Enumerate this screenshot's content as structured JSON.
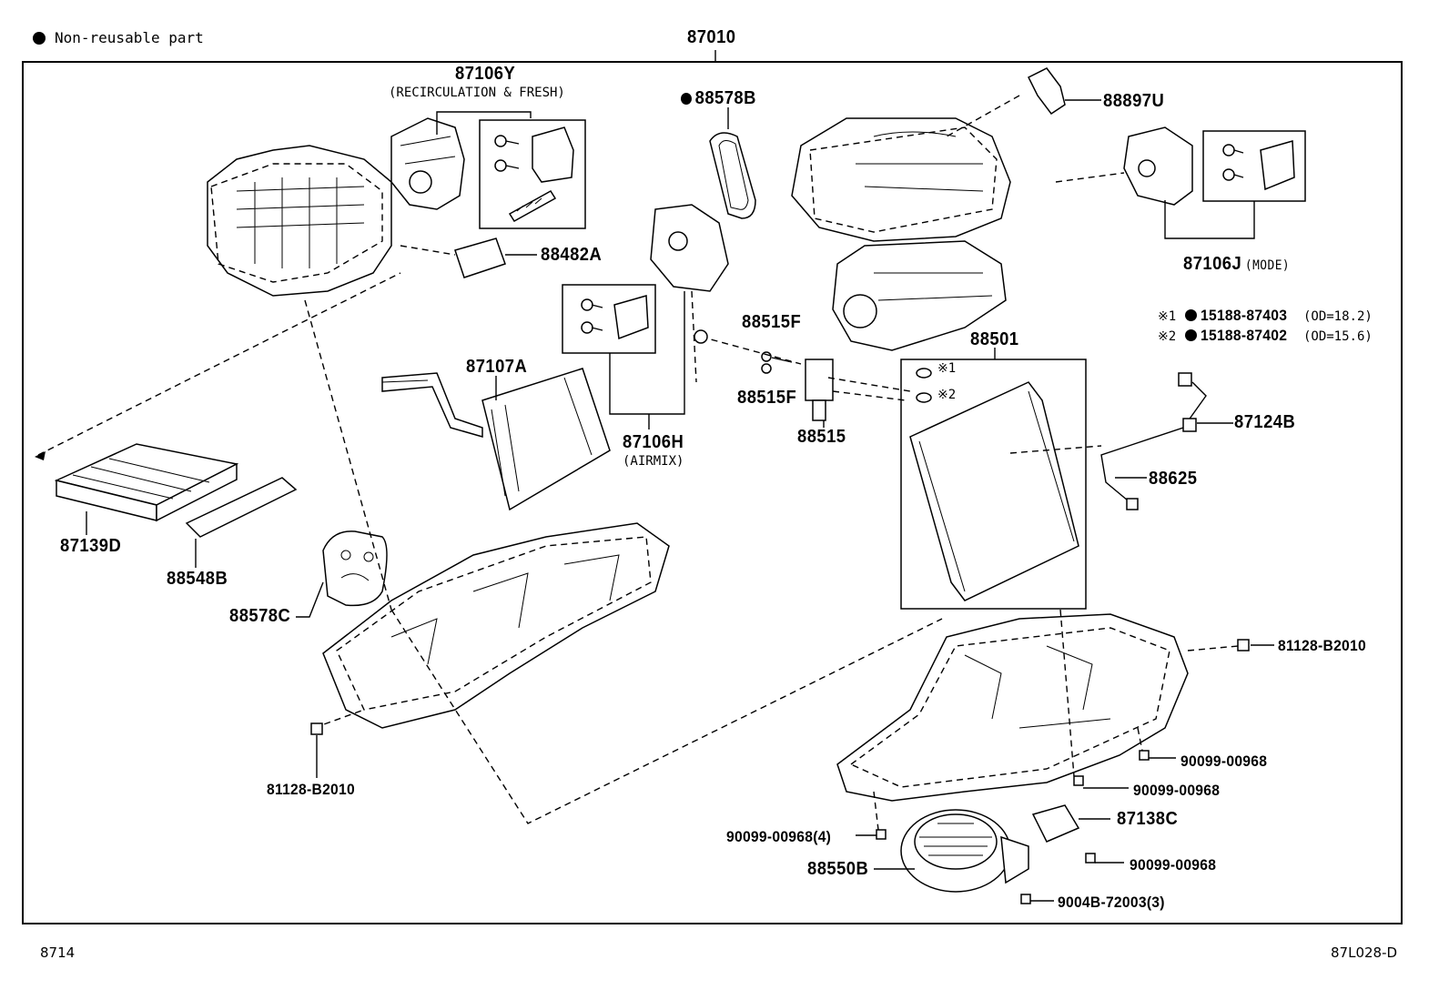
{
  "legend": {
    "text": "Non-reusable part"
  },
  "main_part": "87010",
  "parts": {
    "p87106Y": "87106Y",
    "p87106Y_note": "(RECIRCULATION & FRESH)",
    "p88578B": "88578B",
    "p88897U": "88897U",
    "p87106J": "87106J",
    "p87106J_note": "(MODE)",
    "p88482A": "88482A",
    "p88515F_a": "88515F",
    "p88515F_b": "88515F",
    "p88515": "88515",
    "p88501": "88501",
    "p87107A": "87107A",
    "p87106H": "87106H",
    "p87106H_note": "(AIRMIX)",
    "p87124B": "87124B",
    "p88625": "88625",
    "p87139D": "87139D",
    "p88548B": "88548B",
    "p88578C": "88578C",
    "p81128_left": "81128-B2010",
    "p81128_right": "81128-B2010",
    "p90099_a": "90099-00968",
    "p90099_b": "90099-00968",
    "p90099_c": "90099-00968(4)",
    "p90099_d": "90099-00968",
    "p87138C": "87138C",
    "p88550B": "88550B",
    "p9004B": "9004B-72003(3)",
    "o_ring_1_mark": "※1",
    "o_ring_2_mark": "※2"
  },
  "o_rings": [
    {
      "mark": "※1",
      "part": "15188-87403",
      "note": "(OD=18.2)"
    },
    {
      "mark": "※2",
      "part": "15188-87402",
      "note": "(OD=15.6)"
    }
  ],
  "footer": {
    "left": "8714",
    "right": "87L028-D"
  }
}
